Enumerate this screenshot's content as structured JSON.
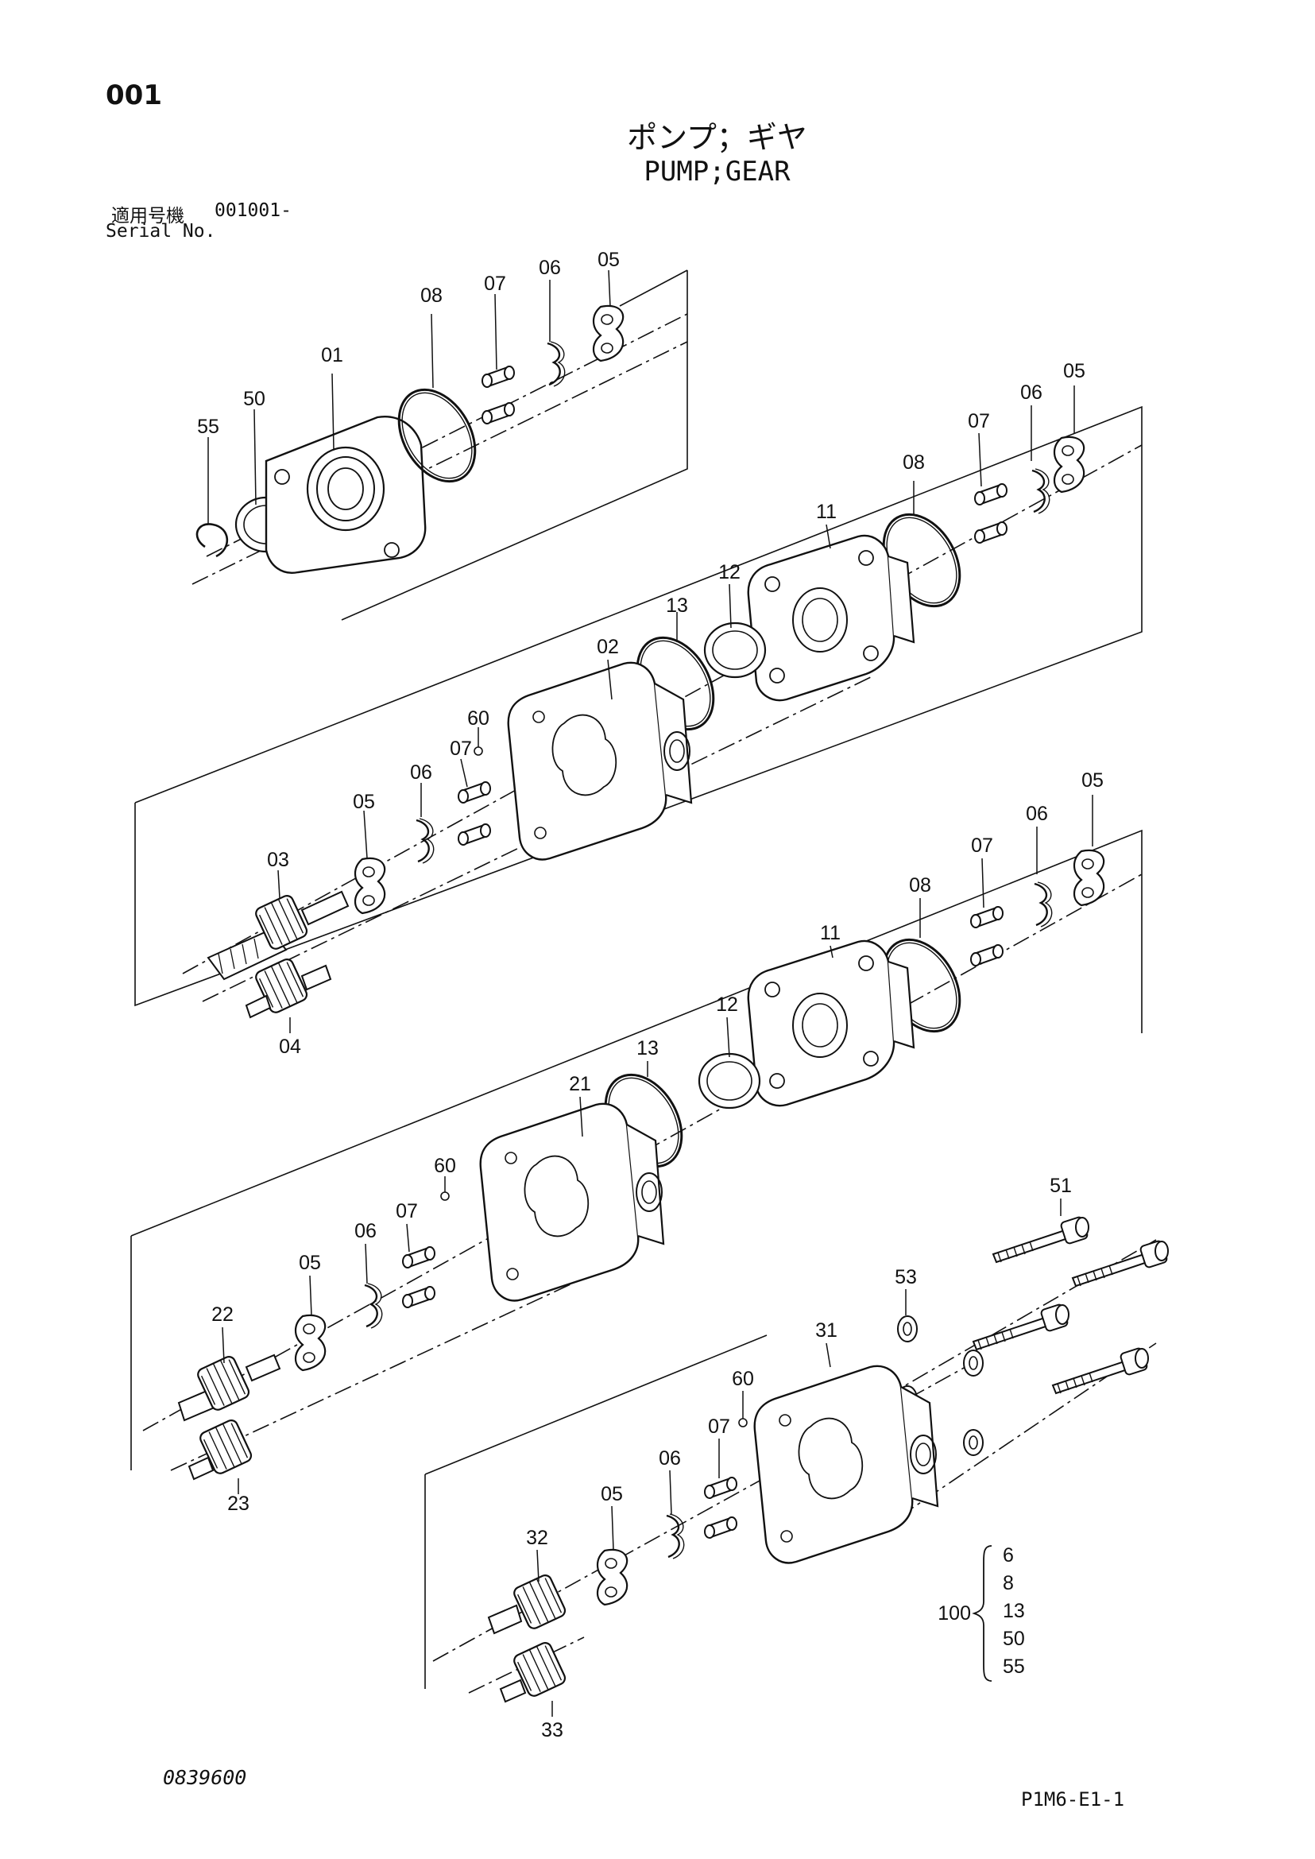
{
  "header": {
    "page_number": "001",
    "title_jp": "ポンプ；ギヤ",
    "title_en": "PUMP;GEAR",
    "serial_label_jp": "適用号機",
    "serial_value": "001001-",
    "serial_label_en": "Serial No."
  },
  "footer": {
    "doc_code": "0839600",
    "sheet_code": "P1M6-E1-1"
  },
  "callouts": {
    "g1_55": "55",
    "g1_50": "50",
    "g1_01": "01",
    "g1_08": "08",
    "g1_07": "07",
    "g1_06": "06",
    "g1_05": "05",
    "g2_05": "05",
    "g2_06": "06",
    "g2_07": "07",
    "g2_08": "08",
    "g2_11": "11",
    "g2_12": "12",
    "g2_13": "13",
    "g2_02": "02",
    "g2_60": "60",
    "g2_07b": "07",
    "g2_06b": "06",
    "g2_05b": "05",
    "g2_03": "03",
    "g2_04": "04",
    "g3_05": "05",
    "g3_06": "06",
    "g3_07": "07",
    "g3_08": "08",
    "g3_11": "11",
    "g3_12": "12",
    "g3_13": "13",
    "g3_21": "21",
    "g3_60": "60",
    "g3_07b": "07",
    "g3_06b": "06",
    "g3_05b": "05",
    "g3_22": "22",
    "g3_23": "23",
    "g4_51": "51",
    "g4_53": "53",
    "g4_31": "31",
    "g4_60": "60",
    "g4_07": "07",
    "g4_06": "06",
    "g4_05": "05",
    "g4_32": "32",
    "g4_33": "33"
  },
  "kit": {
    "number": "100",
    "items": [
      "6",
      "8",
      "13",
      "50",
      "55"
    ]
  }
}
